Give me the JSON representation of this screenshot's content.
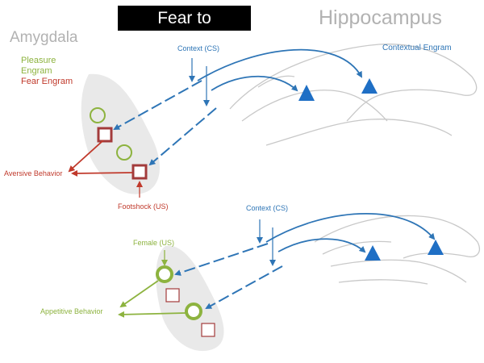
{
  "title": "Fear to",
  "regions": {
    "amygdala": "Amygdala",
    "hippocampus": "Hippocampus"
  },
  "legend": {
    "pleasure_line1": "Pleasure",
    "pleasure_line2": "Engram",
    "fear": "Fear Engram"
  },
  "top_panel": {
    "context_label": "Context (CS)",
    "contextual_engram_label": "Contextual Engram",
    "aversive_behavior": "Aversive Behavior",
    "footshock_label": "Footshock (US)"
  },
  "bottom_panel": {
    "context_label": "Context (CS)",
    "female_label": "Female (US)",
    "appetitive_behavior": "Appetitive Behavior"
  },
  "colors": {
    "background": "#ffffff",
    "title_bg": "#000000",
    "title_text": "#ffffff",
    "region_label": "#b2b2b2",
    "amygdala_fill": "#e9e9e9",
    "hippocampus_outline": "#c8c8c8",
    "context_blue": "#2e75b6",
    "engram_blue": "#1f6fc5",
    "fear_red": "#c0392b",
    "fear_square": "#a33b3b",
    "pleasure_green": "#8db33f"
  },
  "icons": {
    "engram_cell": "triangle",
    "fear_engram": "square",
    "pleasure_engram": "circle"
  }
}
